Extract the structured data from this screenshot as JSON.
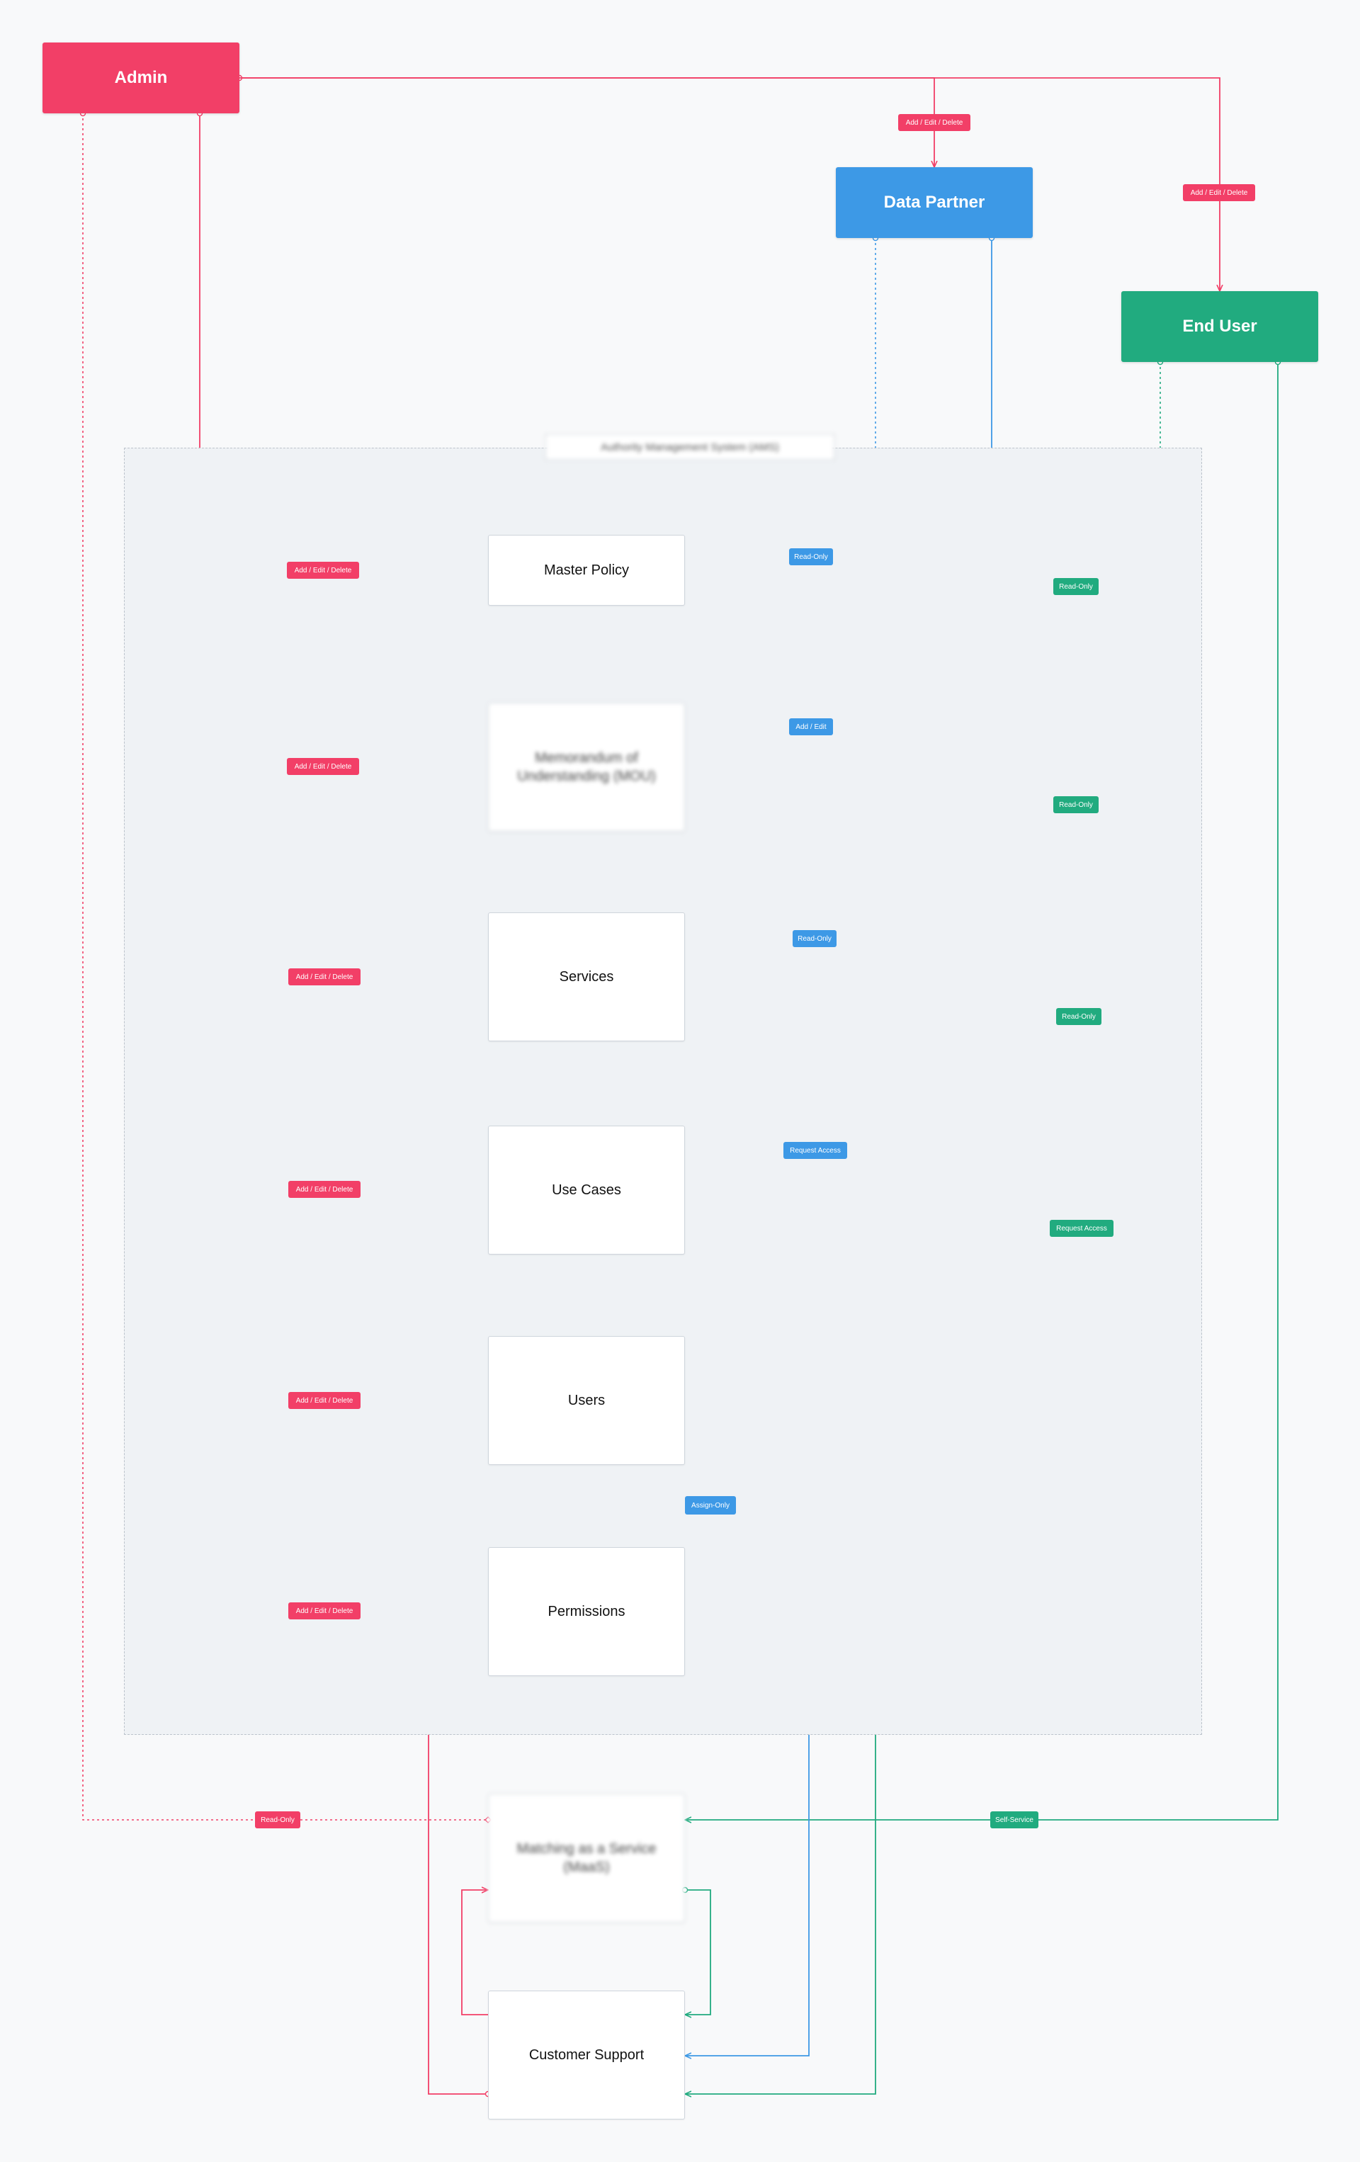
{
  "colors": {
    "admin": "#f23f67",
    "data_partner": "#3d99e6",
    "end_user": "#21ab7f",
    "system_bg": "#eff2f5",
    "page_bg": "#f8f9fa"
  },
  "actors": {
    "admin": "Admin",
    "data_partner": "Data Partner",
    "end_user": "End User"
  },
  "system": {
    "label": "Authority Management System (AMS)"
  },
  "nodes": {
    "master_policy": "Master Policy",
    "mou": "Memorandum of Understanding (MOU)",
    "services": "Services",
    "use_cases": "Use Cases",
    "users": "Users",
    "permissions": "Permissions",
    "maas": "Matching as a Service (MaaS)",
    "customer_support": "Customer Support"
  },
  "labels": {
    "admin_to_partner": "Add / Edit / Delete",
    "admin_to_enduser": "Add / Edit / Delete",
    "admin_master_policy": "Add / Edit / Delete",
    "admin_mou": "Add / Edit / Delete",
    "admin_services": "Add / Edit / Delete",
    "admin_use_cases": "Add / Edit / Delete",
    "admin_users": "Add / Edit / Delete",
    "admin_permissions": "Add / Edit / Delete",
    "admin_maas": "Read-Only",
    "partner_master_policy": "Read-Only",
    "partner_mou": "Add / Edit",
    "partner_services": "Read-Only",
    "partner_use_cases": "Request Access",
    "enduser_master_policy": "Read-Only",
    "enduser_mou": "Read-Only",
    "enduser_services": "Read-Only",
    "enduser_use_cases": "Request Access",
    "enduser_maas": "Self-Service",
    "permissions_users": "Assign-Only"
  }
}
